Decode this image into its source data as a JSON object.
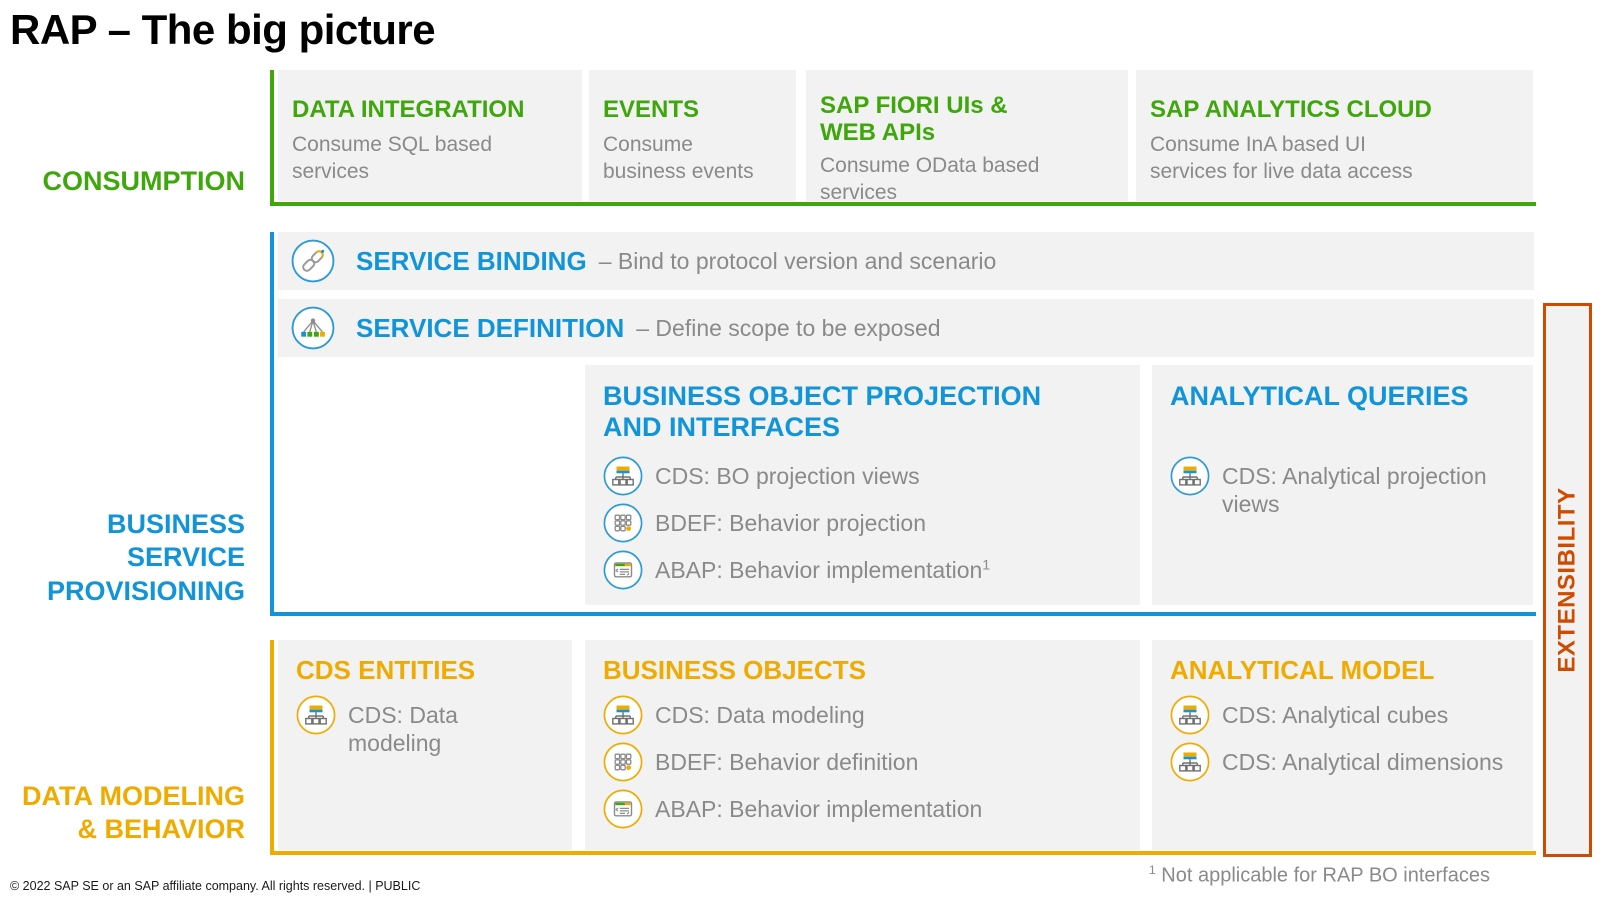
{
  "title": "RAP – The big picture",
  "colors": {
    "green": "#3FA60C",
    "blue": "#1295D8",
    "gold": "#F0AB00",
    "extensibility_orange": "#CF4B00",
    "body_gray": "#8A8A8A",
    "box_background": "#F2F2F2"
  },
  "row_labels": {
    "consumption": "CONSUMPTION",
    "business_service_provisioning": "BUSINESS\nSERVICE\nPROVISIONING",
    "data_modeling_behavior": "DATA MODELING\n& BEHAVIOR"
  },
  "consumption_row": {
    "boxes": [
      {
        "title": "DATA INTEGRATION",
        "desc": "Consume SQL based\nservices"
      },
      {
        "title": "EVENTS",
        "desc": "Consume\nbusiness events"
      },
      {
        "title": "SAP FIORI UIs &\nWEB APIs",
        "desc": "Consume OData based services"
      },
      {
        "title": "SAP ANALYTICS CLOUD",
        "desc": "Consume InA based UI\nservices for live data access"
      }
    ]
  },
  "service_rows": [
    {
      "icon": "chain-link-icon",
      "title": "SERVICE BINDING",
      "desc": "– Bind to protocol version and scenario"
    },
    {
      "icon": "service-definition-icon",
      "title": "SERVICE DEFINITION",
      "desc": "– Define scope to be exposed"
    }
  ],
  "provisioning_boxes": {
    "bo_projection": {
      "title": "BUSINESS OBJECT PROJECTION\nAND INTERFACES",
      "items": [
        {
          "icon": "cds-hierarchy-icon",
          "label": "CDS: BO projection views"
        },
        {
          "icon": "bdef-grid-icon",
          "label": "BDEF: Behavior projection"
        },
        {
          "icon": "abap-code-icon",
          "label": "ABAP: Behavior implementation",
          "footnote_ref": "1"
        }
      ]
    },
    "analytical_queries": {
      "title": "ANALYTICAL QUERIES",
      "items": [
        {
          "icon": "cds-hierarchy-icon",
          "label": "CDS: Analytical projection\nviews"
        }
      ]
    }
  },
  "modeling_boxes": {
    "cds_entities": {
      "title": "CDS ENTITIES",
      "items": [
        {
          "icon": "cds-hierarchy-icon",
          "label": "CDS: Data modeling"
        }
      ]
    },
    "business_objects": {
      "title": "BUSINESS OBJECTS",
      "items": [
        {
          "icon": "cds-hierarchy-icon",
          "label": "CDS: Data modeling"
        },
        {
          "icon": "bdef-grid-icon",
          "label": "BDEF: Behavior definition"
        },
        {
          "icon": "abap-code-icon",
          "label": "ABAP: Behavior implementation"
        }
      ]
    },
    "analytical_model": {
      "title": "ANALYTICAL MODEL",
      "items": [
        {
          "icon": "cds-hierarchy-icon",
          "label": "CDS: Analytical cubes"
        },
        {
          "icon": "cds-hierarchy-icon",
          "label": "CDS: Analytical dimensions"
        }
      ]
    }
  },
  "extensibility_label": "EXTENSIBILITY",
  "footnote": {
    "ref": "1",
    "text": " Not applicable for RAP BO interfaces"
  },
  "footer": "© 2022 SAP SE or an SAP affiliate company. All rights reserved. | PUBLIC"
}
